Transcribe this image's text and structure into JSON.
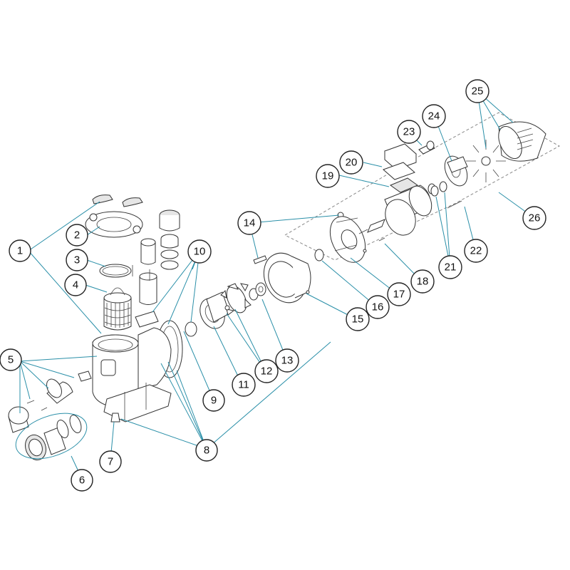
{
  "diagram": {
    "callouts": [
      {
        "id": "1",
        "label": "1"
      },
      {
        "id": "2",
        "label": "2"
      },
      {
        "id": "3",
        "label": "3"
      },
      {
        "id": "4",
        "label": "4"
      },
      {
        "id": "5",
        "label": "5"
      },
      {
        "id": "6",
        "label": "6"
      },
      {
        "id": "7",
        "label": "7"
      },
      {
        "id": "8",
        "label": "8"
      },
      {
        "id": "9",
        "label": "9"
      },
      {
        "id": "10",
        "label": "10"
      },
      {
        "id": "11",
        "label": "11"
      },
      {
        "id": "12",
        "label": "12"
      },
      {
        "id": "13",
        "label": "13"
      },
      {
        "id": "14",
        "label": "14"
      },
      {
        "id": "15",
        "label": "15"
      },
      {
        "id": "16",
        "label": "16"
      },
      {
        "id": "17",
        "label": "17"
      },
      {
        "id": "18",
        "label": "18"
      },
      {
        "id": "19",
        "label": "19"
      },
      {
        "id": "20",
        "label": "20"
      },
      {
        "id": "21",
        "label": "21"
      },
      {
        "id": "22",
        "label": "22"
      },
      {
        "id": "23",
        "label": "23"
      },
      {
        "id": "24",
        "label": "24"
      },
      {
        "id": "25",
        "label": "25"
      },
      {
        "id": "26",
        "label": "26"
      }
    ],
    "colors": {
      "leader": "#2a8fa8",
      "outline": "#333333",
      "dashed_box": "#888888"
    }
  }
}
